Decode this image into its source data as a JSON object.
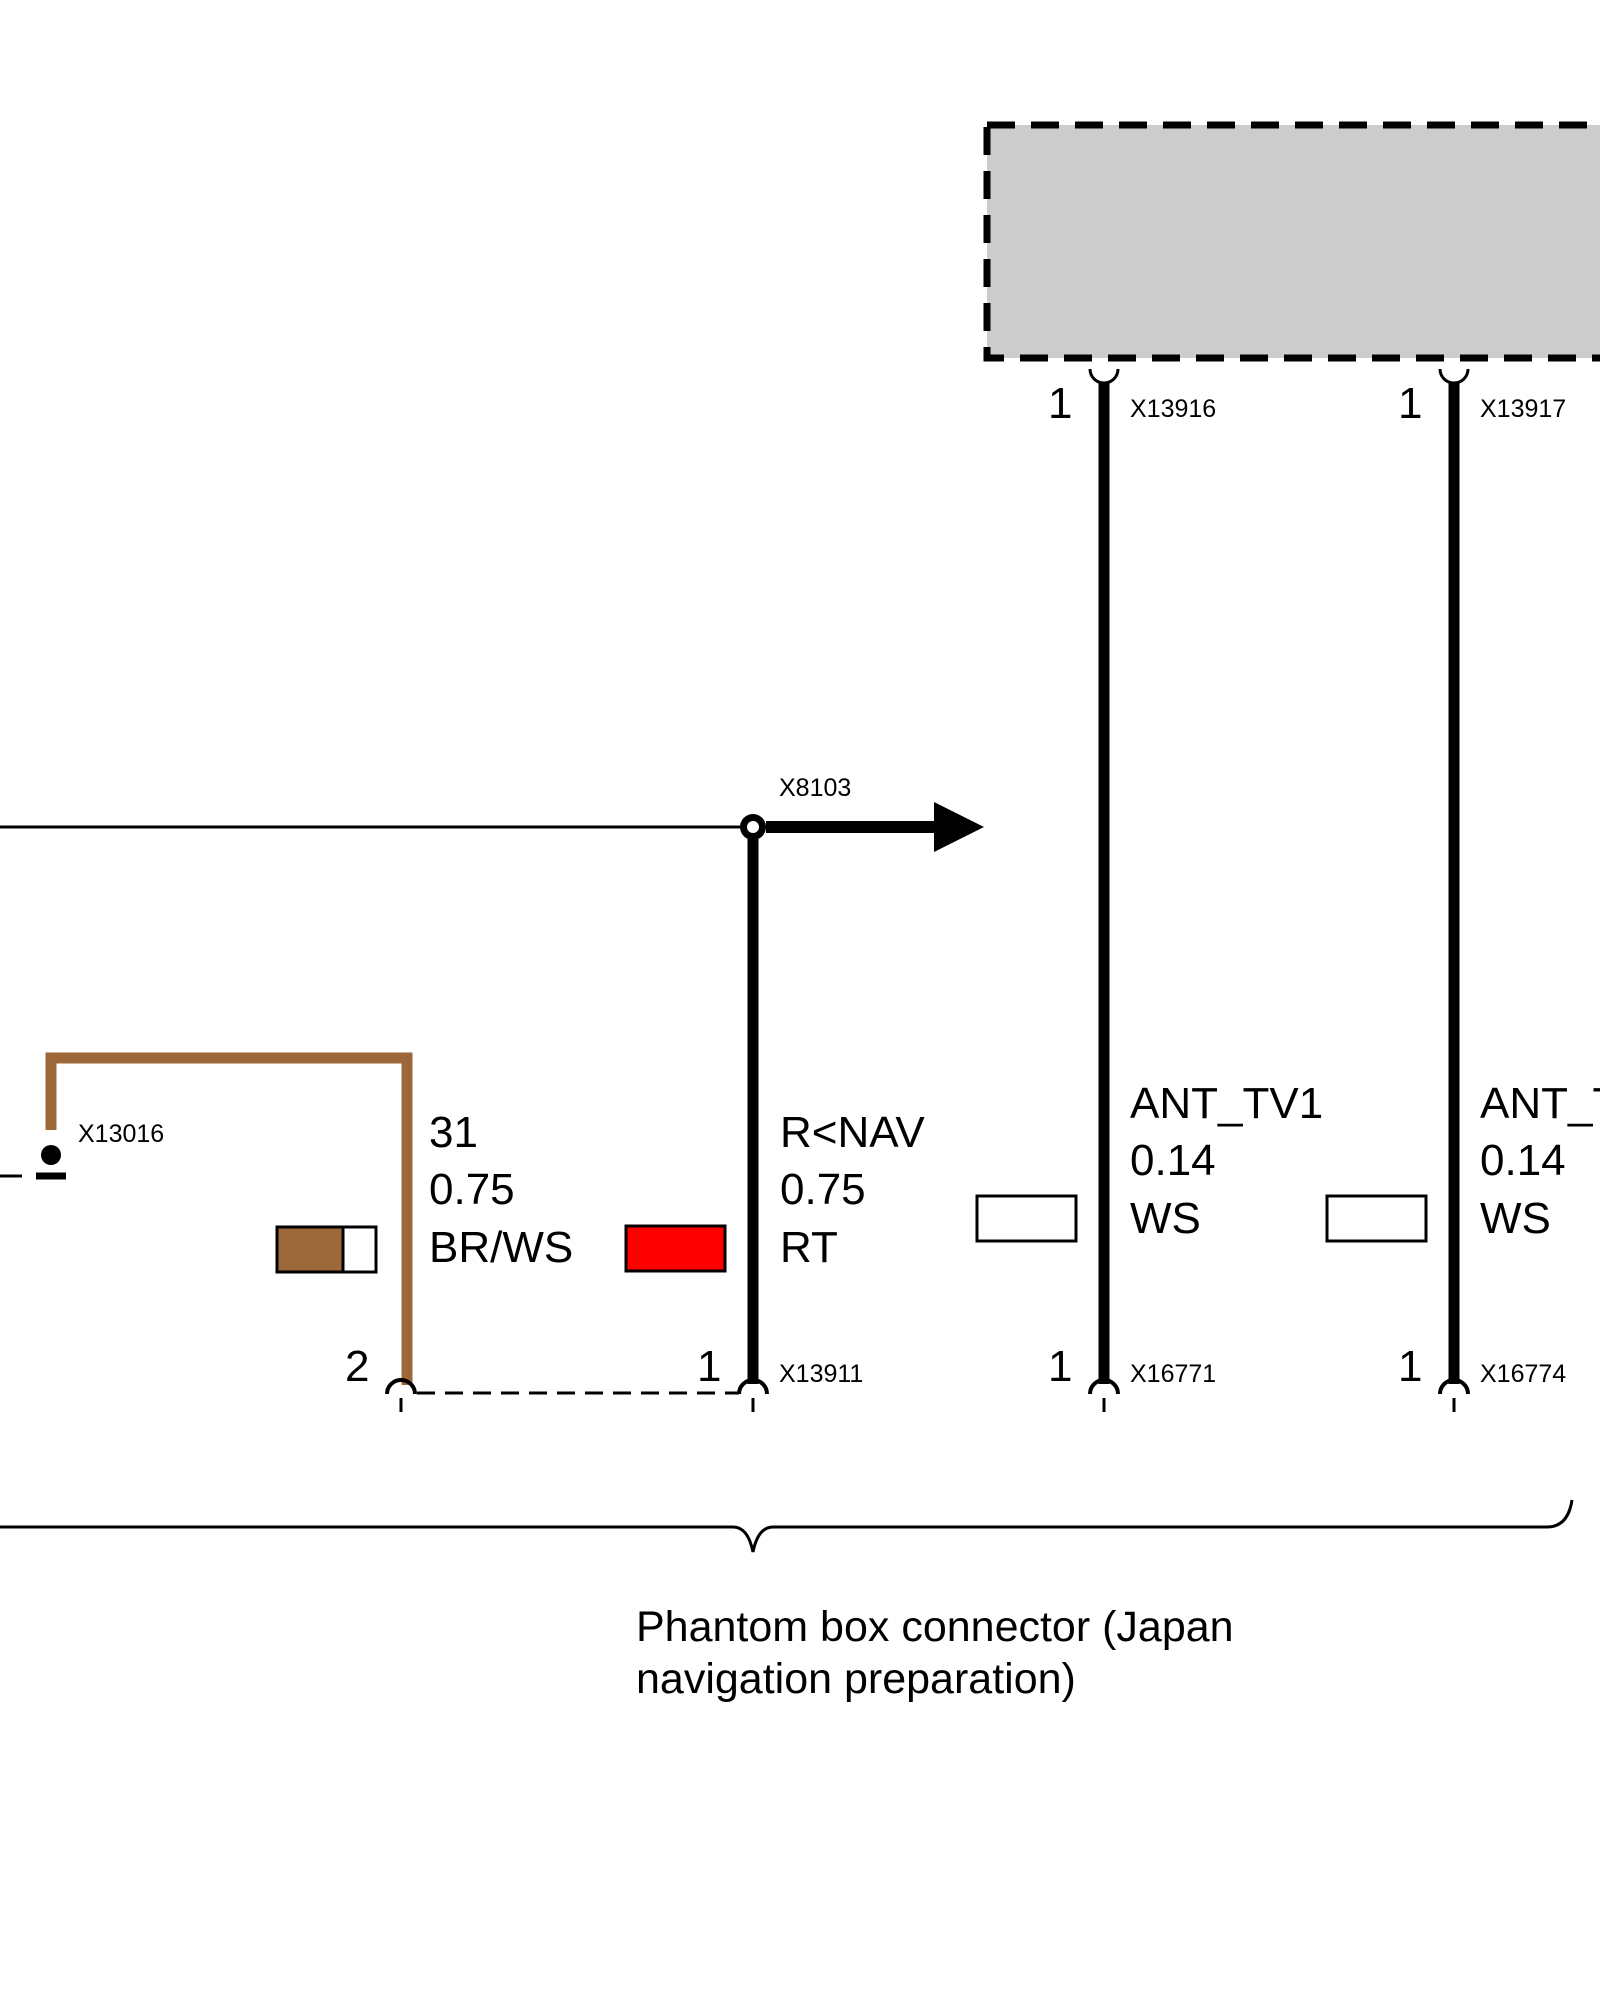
{
  "colors": {
    "brown": "#9c6839",
    "red": "#ff0000",
    "box_fill": "#cccccc",
    "wire": "#000000"
  },
  "module": {
    "style": "dashed-grey-box"
  },
  "splice": {
    "id": "X8103"
  },
  "ground_point": {
    "id": "X13016"
  },
  "wires": [
    {
      "signal": "31",
      "gauge": "0.75",
      "color": "BR/WS",
      "swatch": [
        "brown",
        "white"
      ],
      "bottom_pin": "2",
      "bottom_connector": ""
    },
    {
      "signal": "R<NAV",
      "gauge": "0.75",
      "color": "RT",
      "swatch": [
        "red"
      ],
      "bottom_pin": "1",
      "bottom_connector": "X13911"
    },
    {
      "signal": "ANT_TV1",
      "gauge": "0.14",
      "color": "WS",
      "swatch": [
        "white"
      ],
      "top_pin": "1",
      "top_connector": "X13916",
      "bottom_pin": "1",
      "bottom_connector": "X16771"
    },
    {
      "signal": "ANT_T",
      "gauge": "0.14",
      "color": "WS",
      "swatch": [
        "white"
      ],
      "top_pin": "1",
      "top_connector": "X13917",
      "bottom_pin": "1",
      "bottom_connector": "X16774"
    }
  ],
  "caption": {
    "line1": "Phantom box connector (Japan",
    "line2": "navigation preparation)"
  }
}
